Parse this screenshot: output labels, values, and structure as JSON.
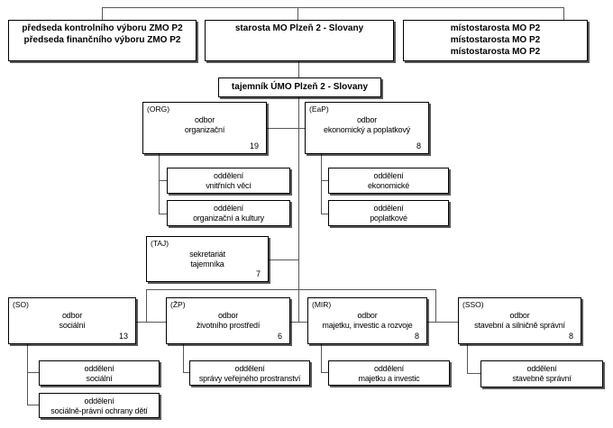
{
  "colors": {
    "background": "#ffffff",
    "box_border": "#000000",
    "connector": "#585858",
    "text": "#000000"
  },
  "nodes": {
    "predseda": {
      "line1": "předseda kontrolního výboru ZMO P2",
      "line2": "předseda finančního výboru ZMO P2"
    },
    "starosta": {
      "label": "starosta MO Plzeň 2 - Slovany"
    },
    "mistostarosta": {
      "line1": "místostarosta MO P2",
      "line2": "místostarosta MO P2",
      "line3": "místostarosta MO P2"
    },
    "tajemnik": {
      "label": "tajemník ÚMO Plzeň 2 - Slovany"
    }
  },
  "departments": {
    "org": {
      "code": "(ORG)",
      "line1": "odbor",
      "line2": "organizační",
      "count": "19"
    },
    "eap": {
      "code": "(EaP)",
      "line1": "odbor",
      "line2": "ekonomický a poplatkový",
      "count": "8"
    },
    "taj": {
      "code": "(TAJ)",
      "line1": "sekretariát",
      "line2": "tajemníka",
      "count": "7"
    },
    "so": {
      "code": "(SO)",
      "line1": "odbor",
      "line2": "sociální",
      "count": "13"
    },
    "zp": {
      "code": "(ŽP)",
      "line1": "odbor",
      "line2": "životního prostředí",
      "count": "6"
    },
    "mir": {
      "code": "(MIR)",
      "line1": "odbor",
      "line2": "majetku, investic a rozvoje",
      "count": "8"
    },
    "sso": {
      "code": "(SSO)",
      "line1": "odbor",
      "line2": "stavební a silničně správní",
      "count": "8"
    }
  },
  "units": {
    "vnitrnich_veci": {
      "line1": "oddělení",
      "line2": "vnitřních věcí"
    },
    "organizacni_a_kultury": {
      "line1": "oddělení",
      "line2": "organizační a kultury"
    },
    "ekonomicke": {
      "line1": "oddělení",
      "line2": "ekonomické"
    },
    "poplatkove": {
      "line1": "oddělení",
      "line2": "poplatkové"
    },
    "socialni": {
      "line1": "oddělení",
      "line2": "sociální"
    },
    "socialne_pravni": {
      "line1": "oddělení",
      "line2": "sociálně-právní ochrany dětí"
    },
    "spravy_verejneho": {
      "line1": "oddělení",
      "line2": "správy veřejného prostranství"
    },
    "majetku_a_investic": {
      "line1": "oddělení",
      "line2": "majetku a investic"
    },
    "stavebne_spravni": {
      "line1": "oddělení",
      "line2": "stavebně správní"
    }
  }
}
